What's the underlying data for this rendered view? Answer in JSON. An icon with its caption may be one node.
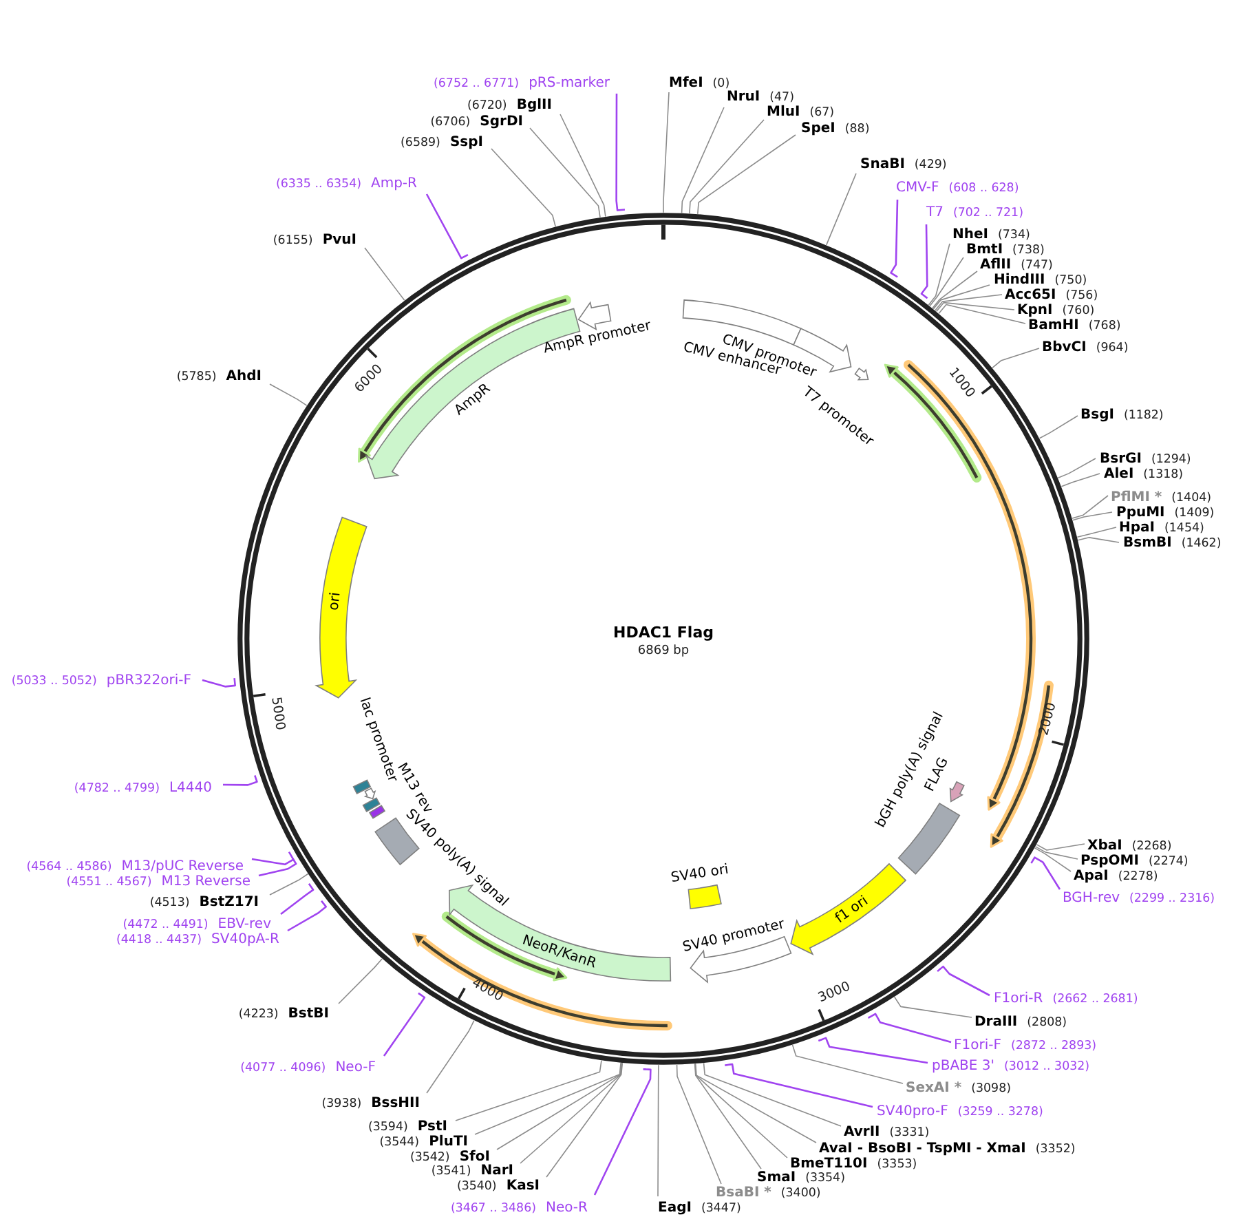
{
  "diagram": {
    "title": "HDAC1 Flag",
    "nodes": [
      {
        "text": [
          "MfeI",
          "(0)"
        ]
      },
      {
        "text": [
          "NruI",
          "(47)"
        ]
      },
      {
        "text": [
          "MluI",
          "(67)"
        ]
      },
      {
        "text": [
          "SpeI",
          "(88)"
        ]
      },
      {
        "text": [
          "SnaBI",
          "(429)"
        ]
      },
      {
        "text": [
          "CMV-F",
          "(608 .. 628)"
        ]
      },
      {
        "text": [
          "T7",
          "(702 .. 721)"
        ]
      },
      {
        "text": [
          "NheI",
          "(734)"
        ]
      },
      {
        "text": [
          "BmtI",
          "(738)"
        ]
      },
      {
        "text": [
          "AflII",
          "(747)"
        ]
      },
      {
        "text": [
          "HindIII",
          "(750)"
        ]
      },
      {
        "text": [
          "Acc65I",
          "(756)"
        ]
      },
      {
        "text": [
          "KpnI",
          "(760)"
        ]
      },
      {
        "text": [
          "BamHI",
          "(768)"
        ]
      },
      {
        "text": [
          "BbvCI",
          "(964)"
        ]
      },
      {
        "text": [
          "BsgI",
          "(1182)"
        ]
      },
      {
        "text": [
          "BsrGI",
          "(1294)"
        ]
      },
      {
        "text": [
          "AleI",
          "(1318)"
        ]
      },
      {
        "text": [
          "PflMI *",
          "(1404)"
        ]
      },
      {
        "text": [
          "PpuMI",
          "(1409)"
        ]
      },
      {
        "text": [
          "HpaI",
          "(1454)"
        ]
      },
      {
        "text": [
          "BsmBI",
          "(1462)"
        ]
      },
      {
        "text": [
          "XbaI",
          "(2268)"
        ]
      },
      {
        "text": [
          "PspOMI",
          "(2274)"
        ]
      },
      {
        "text": [
          "ApaI",
          "(2278)"
        ]
      },
      {
        "text": [
          "BGH-rev",
          "(2299 .. 2316)"
        ]
      },
      {
        "text": [
          "F1ori-R",
          "(2662 .. 2681)"
        ]
      },
      {
        "text": [
          "DraIII",
          "(2808)"
        ]
      },
      {
        "text": [
          "F1ori-F",
          "(2872 .. 2893)"
        ]
      },
      {
        "text": [
          "pBABE 3'",
          "(3012 .. 3032)"
        ]
      },
      {
        "text": [
          "SexAI *",
          "(3098)"
        ]
      },
      {
        "text": [
          "SV40pro-F",
          "(3259 .. 3278)"
        ]
      },
      {
        "text": [
          "AvrII",
          "(3331)"
        ]
      },
      {
        "text": [
          "AvaI - BsoBI - TspMI - XmaI",
          "(3352)"
        ]
      },
      {
        "text": [
          "BmeT110I",
          "(3353)"
        ]
      },
      {
        "text": [
          "SmaI",
          "(3354)"
        ]
      },
      {
        "text": [
          "BsaBI *",
          "(3400)"
        ]
      },
      {
        "text": [
          "EagI",
          "(3447)"
        ]
      },
      {
        "text": [
          "(3467 .. 3486)",
          "Neo-R"
        ]
      },
      {
        "text": [
          "(3540)",
          "KasI"
        ]
      },
      {
        "text": [
          "(3541)",
          "NarI"
        ]
      },
      {
        "text": [
          "(3542)",
          "SfoI"
        ]
      },
      {
        "text": [
          "(3544)",
          "PluTI"
        ]
      },
      {
        "text": [
          "(3594)",
          "PstI"
        ]
      },
      {
        "text": [
          "(3938)",
          "BssHII"
        ]
      },
      {
        "text": [
          "(4077 .. 4096)",
          "Neo-F"
        ]
      },
      {
        "text": [
          "(4223)",
          "BstBI"
        ]
      },
      {
        "text": [
          "(4418 .. 4437)",
          "SV40pA-R"
        ]
      },
      {
        "text": [
          "(4472 .. 4491)",
          "EBV-rev"
        ]
      },
      {
        "text": [
          "(4513)",
          "BstZ17I"
        ]
      },
      {
        "text": [
          "(4551 .. 4567)",
          "M13 Reverse"
        ]
      },
      {
        "text": [
          "(4564 .. 4586)",
          "M13/pUC Reverse"
        ]
      },
      {
        "text": [
          "(4782 .. 4799)",
          "L4440"
        ]
      },
      {
        "text": [
          "(5033 .. 5052)",
          "pBR322ori-F"
        ]
      },
      {
        "text": [
          "(5785)",
          "AhdI"
        ]
      },
      {
        "text": [
          "(6155)",
          "PvuI"
        ]
      },
      {
        "text": [
          "(6335 .. 6354)",
          "Amp-R"
        ]
      },
      {
        "text": [
          "(6589)",
          "SspI"
        ]
      },
      {
        "text": [
          "(6706)",
          "SgrDI"
        ]
      },
      {
        "text": [
          "(6720)",
          "BglII"
        ]
      },
      {
        "text": [
          "(6752 .. 6771)",
          "pRS-marker"
        ]
      },
      {
        "text": [],
        "shape": "box",
        "beside": [
          "CMV enhancer"
        ]
      },
      {
        "text": [],
        "shape": "arrow",
        "beside": [
          "CMV promoter"
        ]
      },
      {
        "text": [],
        "shape": "arrow",
        "beside": [
          "T7 promoter"
        ]
      },
      {
        "text": [],
        "shape": "arrow",
        "beside": [
          "FLAG"
        ]
      },
      {
        "text": [],
        "shape": "box",
        "beside": [
          "bGH poly(A) signal"
        ]
      },
      {
        "text": [
          "f1 ori"
        ]
      },
      {
        "text": [],
        "shape": "arrow",
        "beside": [
          "SV40 promoter"
        ]
      },
      {
        "text": [],
        "shape": "box",
        "beside": [
          "SV40 ori"
        ]
      },
      {
        "text": [
          "NeoR/KanR"
        ]
      },
      {
        "text": [],
        "shape": "box",
        "beside": [
          "SV40 poly(A) signal"
        ]
      },
      {
        "text": [],
        "shape": "box",
        "beside": [
          "M13 rev"
        ]
      },
      {
        "text": [],
        "shape": "box"
      },
      {
        "text": [],
        "shape": "arrow"
      },
      {
        "text": [],
        "shape": "box"
      },
      {
        "text": [
          "ori"
        ]
      },
      {
        "text": [],
        "shape": "arrow",
        "beside": [
          "AmpR"
        ]
      },
      {
        "text": [],
        "shape": "arrow",
        "beside": [
          "AmpR promoter"
        ]
      }
    ],
    "edges": [
      {
        "from": 0,
        "to": null,
        "arrow": "none"
      },
      {
        "from": 1,
        "to": null,
        "arrow": "none"
      },
      {
        "from": 2,
        "to": null,
        "arrow": "none"
      },
      {
        "from": 3,
        "to": null,
        "arrow": "none"
      },
      {
        "from": 4,
        "to": null,
        "arrow": "none"
      },
      {
        "from": 5,
        "to": null,
        "arrow": "none",
        "color": "#a044f0"
      },
      {
        "from": 6,
        "to": null,
        "arrow": "none",
        "color": "#a044f0"
      },
      {
        "from": 7,
        "to": null,
        "arrow": "none"
      },
      {
        "from": 8,
        "to": null,
        "arrow": "none"
      },
      {
        "from": 9,
        "to": null,
        "arrow": "none"
      },
      {
        "from": 10,
        "to": null,
        "arrow": "none"
      },
      {
        "from": 11,
        "to": null,
        "arrow": "none"
      },
      {
        "from": 12,
        "to": null,
        "arrow": "none"
      },
      {
        "from": 13,
        "to": null,
        "arrow": "none"
      },
      {
        "from": 14,
        "to": null,
        "arrow": "none"
      },
      {
        "from": 15,
        "to": null,
        "arrow": "none"
      },
      {
        "from": 16,
        "to": null,
        "arrow": "none"
      },
      {
        "from": 17,
        "to": null,
        "arrow": "none"
      },
      {
        "from": 18,
        "to": null,
        "arrow": "none"
      },
      {
        "from": 19,
        "to": null,
        "arrow": "none"
      },
      {
        "from": 20,
        "to": null,
        "arrow": "none"
      },
      {
        "from": 21,
        "to": null,
        "arrow": "none"
      },
      {
        "from": 22,
        "to": null,
        "arrow": "none"
      },
      {
        "from": 23,
        "to": null,
        "arrow": "none"
      },
      {
        "from": 24,
        "to": null,
        "arrow": "none"
      },
      {
        "from": 25,
        "to": null,
        "arrow": "none",
        "color": "#a044f0"
      },
      {
        "from": 26,
        "to": null,
        "arrow": "none",
        "color": "#a044f0"
      },
      {
        "from": 27,
        "to": null,
        "arrow": "none"
      },
      {
        "from": 28,
        "to": null,
        "arrow": "none",
        "color": "#a044f0"
      },
      {
        "from": 29,
        "to": null,
        "arrow": "none",
        "color": "#a044f0"
      },
      {
        "from": 30,
        "to": null,
        "arrow": "none"
      },
      {
        "from": 31,
        "to": null,
        "arrow": "none",
        "color": "#a044f0"
      },
      {
        "from": 32,
        "to": null,
        "arrow": "none"
      },
      {
        "from": 33,
        "to": null,
        "arrow": "none"
      },
      {
        "from": 34,
        "to": null,
        "arrow": "none"
      },
      {
        "from": 35,
        "to": null,
        "arrow": "none"
      },
      {
        "from": 36,
        "to": null,
        "arrow": "none"
      },
      {
        "from": 37,
        "to": null,
        "arrow": "none"
      },
      {
        "from": 38,
        "to": null,
        "arrow": "none",
        "color": "#a044f0"
      },
      {
        "from": 39,
        "to": null,
        "arrow": "none"
      },
      {
        "from": 40,
        "to": null,
        "arrow": "none"
      },
      {
        "from": 41,
        "to": null,
        "arrow": "none"
      },
      {
        "from": 42,
        "to": null,
        "arrow": "none"
      },
      {
        "from": 43,
        "to": null,
        "arrow": "none"
      },
      {
        "from": 44,
        "to": null,
        "arrow": "none"
      },
      {
        "from": 45,
        "to": null,
        "arrow": "none",
        "color": "#a044f0"
      },
      {
        "from": 46,
        "to": null,
        "arrow": "none"
      },
      {
        "from": 47,
        "to": null,
        "arrow": "none",
        "color": "#a044f0"
      },
      {
        "from": 48,
        "to": null,
        "arrow": "none",
        "color": "#a044f0"
      },
      {
        "from": 49,
        "to": null,
        "arrow": "none"
      },
      {
        "from": 50,
        "to": null,
        "arrow": "none",
        "color": "#a044f0"
      },
      {
        "from": 51,
        "to": null,
        "arrow": "none",
        "color": "#a044f0"
      },
      {
        "from": 52,
        "to": null,
        "arrow": "none",
        "color": "#a044f0"
      },
      {
        "from": 53,
        "to": null,
        "arrow": "none",
        "color": "#a044f0"
      },
      {
        "from": 54,
        "to": null,
        "arrow": "none"
      },
      {
        "from": 55,
        "to": null,
        "arrow": "none"
      },
      {
        "from": 56,
        "to": null,
        "arrow": "none",
        "color": "#a044f0"
      },
      {
        "from": 57,
        "to": null,
        "arrow": "none"
      },
      {
        "from": 58,
        "to": null,
        "arrow": "none"
      },
      {
        "from": 59,
        "to": null,
        "arrow": "none"
      },
      {
        "from": 60,
        "to": null,
        "arrow": "none",
        "color": "#a044f0"
      }
    ],
    "labels": [
      "6000",
      "1000",
      "6869 bp",
      "5000",
      "2000",
      "lac promoter",
      "4000",
      "3000"
    ]
  }
}
